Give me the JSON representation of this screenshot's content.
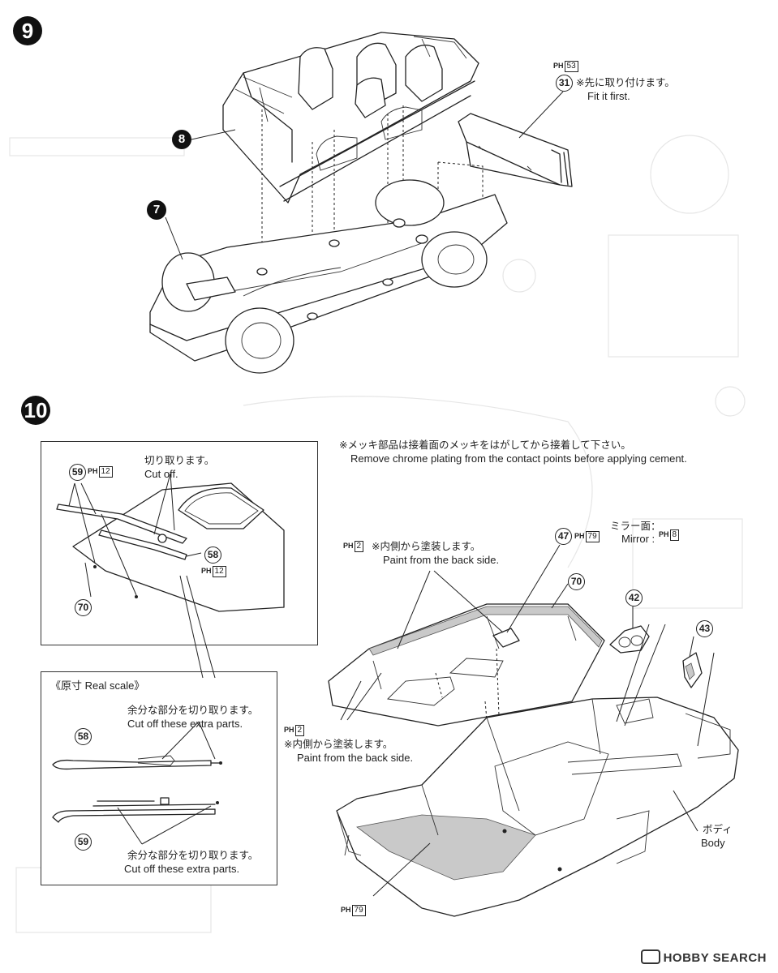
{
  "step9": {
    "number": "9",
    "refs": [
      "8",
      "7"
    ],
    "paint_code": "53",
    "part": {
      "number": "31",
      "note_jp": "※先に取り付けます。",
      "note_en": "Fit it first."
    }
  },
  "step10": {
    "number": "10",
    "chrome_note_jp": "※メッキ部品は接着面のメッキをはがしてから接着して下さい。",
    "chrome_note_en": "Remove chrome plating from the contact points before applying cement.",
    "inset": {
      "cut_jp": "切り取ります。",
      "cut_en": "Cut off.",
      "part59": "59",
      "part59_code": "12",
      "part58": "58",
      "part58_code": "12",
      "part70": "70"
    },
    "real_scale": {
      "title": "《原寸 Real scale》",
      "extra_jp": "余分な部分を切り取ります。",
      "extra_en": "Cut off these extra parts.",
      "part58": "58",
      "part59": "59"
    },
    "paint_back_top": {
      "code": "2",
      "note_jp": "※内側から塗装します。",
      "note_en": "Paint from the back side."
    },
    "paint_back_left": {
      "code": "2",
      "note_jp": "※内側から塗装します。",
      "note_en": "Paint from the back side."
    },
    "part47": "47",
    "part47_code": "79",
    "mirror_jp": "ミラー面：",
    "mirror_en": "Mirror :",
    "mirror_code": "8",
    "part70": "70",
    "part42": "42",
    "part43": "43",
    "body_jp": "ボディ",
    "body_en": "Body",
    "floor_code": "79"
  },
  "paint_prefix": "PH",
  "watermark": "HOBBY SEARCH"
}
